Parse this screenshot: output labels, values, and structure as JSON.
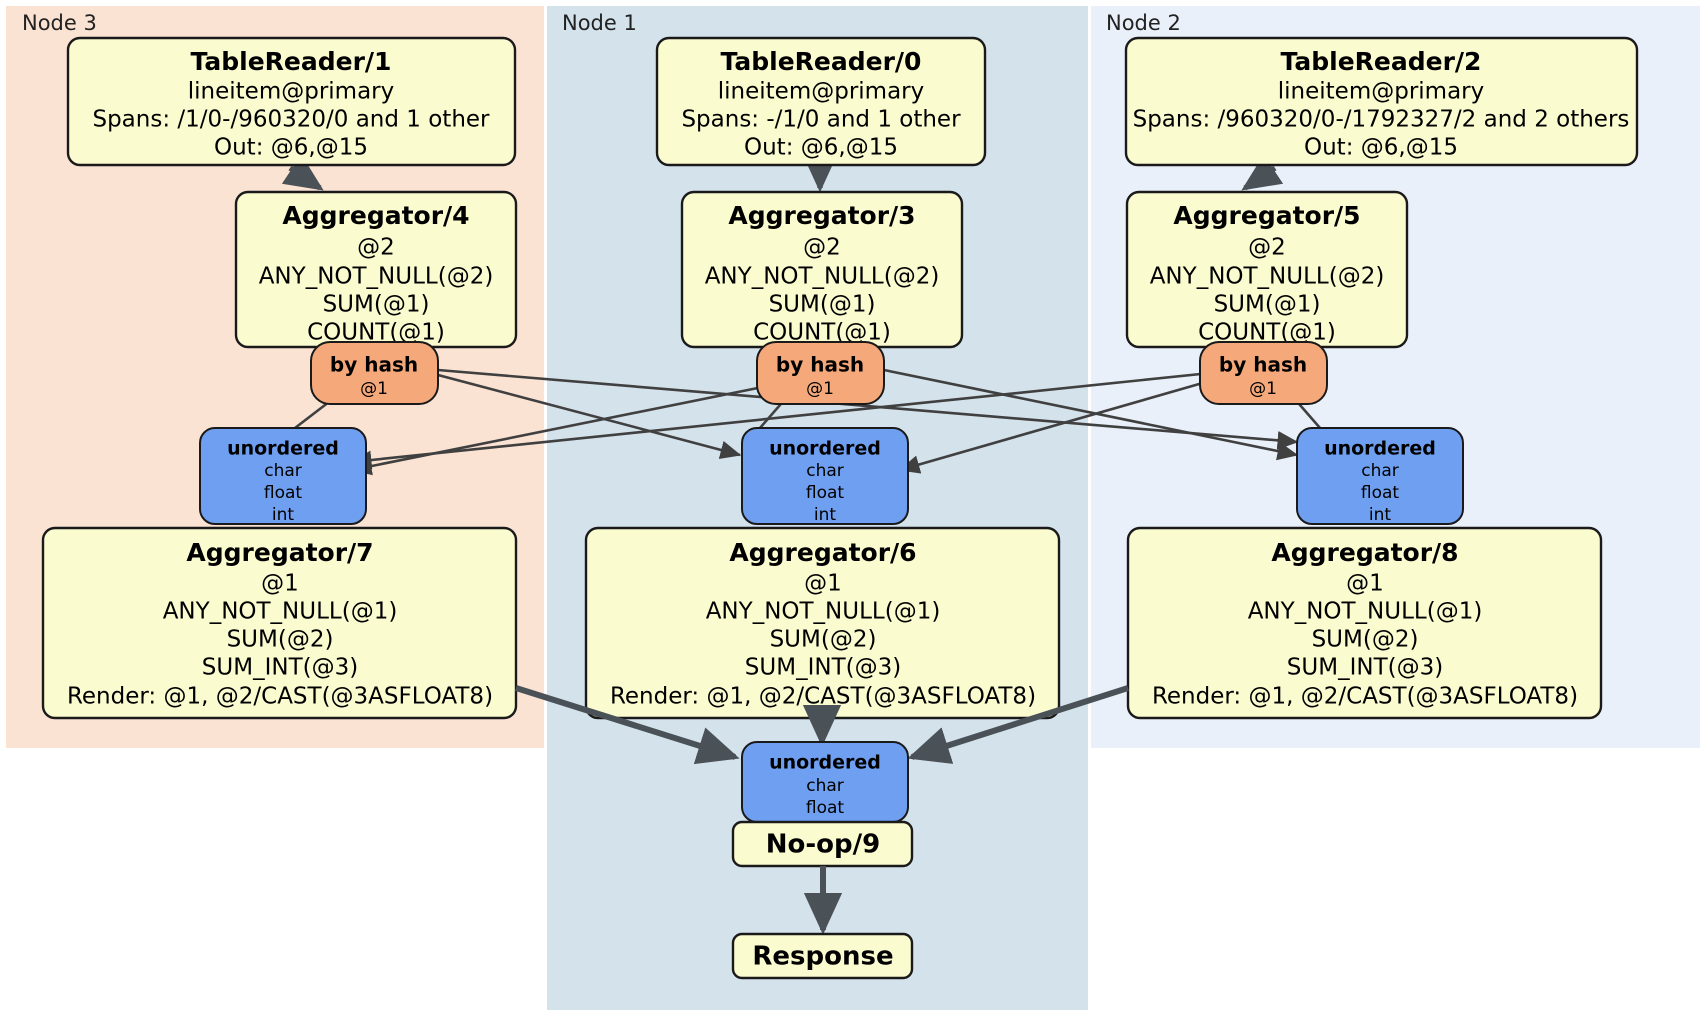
{
  "diagram": {
    "title": "Distributed query plan",
    "colors": {
      "node3_panel": "#fbe3d4",
      "node1_panel": "#d4e2ec",
      "node2_panel": "#eaf0fa",
      "processor_fill": "#fbfbd0",
      "processor_stroke": "#1a1a1a",
      "router_hash_fill": "#f5a97a",
      "router_unordered_fill": "#6f9ff0",
      "edge_thin": "#404040",
      "edge_thick": "#4a5258"
    },
    "panels": [
      {
        "id": "node3",
        "label": "Node 3"
      },
      {
        "id": "node1",
        "label": "Node 1"
      },
      {
        "id": "node2",
        "label": "Node 2"
      }
    ],
    "processors": {
      "table_reader_1": {
        "title": "TableReader/1",
        "lines": [
          "lineitem@primary",
          "Spans: /1/0-/960320/0 and 1 other",
          "Out: @6,@15"
        ]
      },
      "table_reader_0": {
        "title": "TableReader/0",
        "lines": [
          "lineitem@primary",
          "Spans: -/1/0 and 1 other",
          "Out: @6,@15"
        ]
      },
      "table_reader_2": {
        "title": "TableReader/2",
        "lines": [
          "lineitem@primary",
          "Spans: /960320/0-/1792327/2 and 2 others",
          "Out: @6,@15"
        ]
      },
      "aggregator_4": {
        "title": "Aggregator/4",
        "lines": [
          "@2",
          "ANY_NOT_NULL(@2)",
          "SUM(@1)",
          "COUNT(@1)"
        ]
      },
      "aggregator_3": {
        "title": "Aggregator/3",
        "lines": [
          "@2",
          "ANY_NOT_NULL(@2)",
          "SUM(@1)",
          "COUNT(@1)"
        ]
      },
      "aggregator_5": {
        "title": "Aggregator/5",
        "lines": [
          "@2",
          "ANY_NOT_NULL(@2)",
          "SUM(@1)",
          "COUNT(@1)"
        ]
      },
      "aggregator_7": {
        "title": "Aggregator/7",
        "lines": [
          "@1",
          "ANY_NOT_NULL(@1)",
          "SUM(@2)",
          "SUM_INT(@3)",
          "Render: @1, @2/CAST(@3ASFLOAT8)"
        ]
      },
      "aggregator_6": {
        "title": "Aggregator/6",
        "lines": [
          "@1",
          "ANY_NOT_NULL(@1)",
          "SUM(@2)",
          "SUM_INT(@3)",
          "Render: @1, @2/CAST(@3ASFLOAT8)"
        ]
      },
      "aggregator_8": {
        "title": "Aggregator/8",
        "lines": [
          "@1",
          "ANY_NOT_NULL(@1)",
          "SUM(@2)",
          "SUM_INT(@3)",
          "Render: @1, @2/CAST(@3ASFLOAT8)"
        ]
      },
      "noop_9": {
        "title": "No-op/9",
        "lines": []
      },
      "response": {
        "title": "Response",
        "lines": []
      }
    },
    "routers": {
      "hash_left": {
        "title": "by hash",
        "lines": [
          "@1"
        ]
      },
      "hash_center": {
        "title": "by hash",
        "lines": [
          "@1"
        ]
      },
      "hash_right": {
        "title": "by hash",
        "lines": [
          "@1"
        ]
      },
      "unordered_left": {
        "title": "unordered",
        "lines": [
          "char",
          "float",
          "int"
        ]
      },
      "unordered_center": {
        "title": "unordered",
        "lines": [
          "char",
          "float",
          "int"
        ]
      },
      "unordered_right": {
        "title": "unordered",
        "lines": [
          "char",
          "float",
          "int"
        ]
      },
      "unordered_final": {
        "title": "unordered",
        "lines": [
          "char",
          "float"
        ]
      }
    }
  }
}
